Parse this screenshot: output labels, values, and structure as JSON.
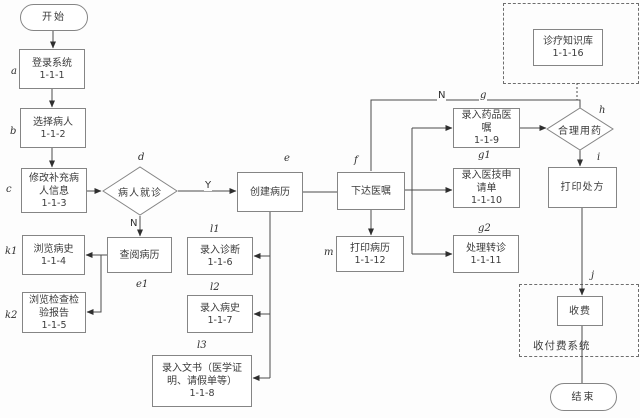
{
  "flowchart": {
    "nodes": {
      "start": {
        "label": "开始"
      },
      "login": {
        "label": "登录系统",
        "code": "1-1-1"
      },
      "select_patient": {
        "label": "选择病人",
        "code": "1-1-2"
      },
      "update_patient_info": {
        "label": "修改补充病人信息",
        "code": "1-1-3"
      },
      "patient_visit_decision": {
        "label": "病人就诊"
      },
      "review_record": {
        "label": "查阅病历"
      },
      "browse_history": {
        "label": "浏览病史",
        "code": "1-1-4"
      },
      "browse_reports": {
        "label": "浏览检查检验报告",
        "code": "1-1-5"
      },
      "create_record": {
        "label": "创建病历"
      },
      "enter_diagnosis": {
        "label": "录入诊断",
        "code": "1-1-6"
      },
      "enter_history": {
        "label": "录入病史",
        "code": "1-1-7"
      },
      "enter_documents": {
        "label": "录入文书（医学证明、请假单等）",
        "code": "1-1-8"
      },
      "issue_orders": {
        "label": "下达医嘱"
      },
      "print_record": {
        "label": "打印病历",
        "code": "1-1-12"
      },
      "enter_drug_orders": {
        "label": "录入药品医嘱",
        "code": "1-1-9"
      },
      "enter_tech_requests": {
        "label": "录入医技申请单",
        "code": "1-1-10"
      },
      "handle_referral": {
        "label": "处理转诊",
        "code": "1-1-11"
      },
      "rational_drug_decision": {
        "label": "合理用药"
      },
      "print_prescription": {
        "label": "打印处方"
      },
      "knowledge_base": {
        "label": "诊疗知识库",
        "code": "1-1-16"
      },
      "charge": {
        "label": "收费"
      },
      "payment_system": {
        "label": "收付费系统"
      },
      "end": {
        "label": "结束"
      }
    },
    "edge_labels": {
      "yes": "Y",
      "no": "N"
    },
    "annotations": {
      "a": "a",
      "b": "b",
      "c": "c",
      "d": "d",
      "e": "e",
      "e1": "e1",
      "f": "f",
      "g": "g",
      "g1": "g1",
      "g2": "g2",
      "h": "h",
      "i": "i",
      "j": "j",
      "k1": "k1",
      "k2": "k2",
      "l1": "l1",
      "l2": "l2",
      "l3": "l3",
      "m": "m"
    },
    "colors": {
      "background": "#fdfdfd",
      "line": "#454545",
      "box_border": "#858585",
      "text": "#3b3b3b"
    }
  }
}
